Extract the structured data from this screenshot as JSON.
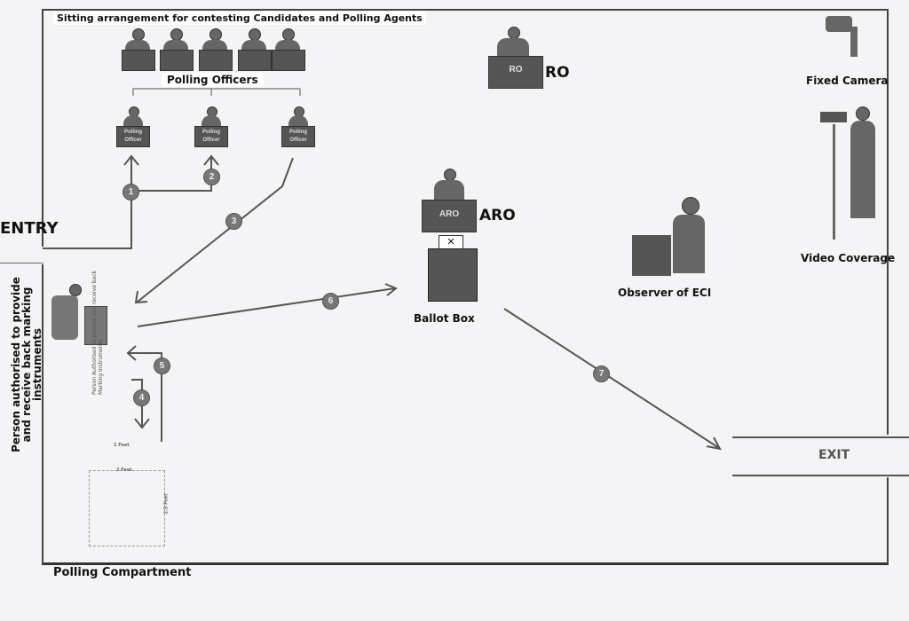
{
  "title": "Sitting arrangement for contesting Candidates and Polling Agents",
  "labels": {
    "polling_officers": "Polling Officers",
    "polling_officer_desk": "Polling Officer",
    "ro": "RO",
    "aro": "ARO",
    "fixed_camera": "Fixed Camera",
    "video_coverage": "Video Coverage",
    "entry": "ENTRY",
    "exit": "EXIT",
    "ballot_box": "Ballot Box",
    "observer": "Observer of ECI",
    "person_authorised": "Person authorised to provide and receive back marking instruments",
    "person_authorised_small": "Person Authorised to provide and receive back Marking Instruments",
    "polling_compartment": "Polling Compartment",
    "compartment_dims": [
      "1 Feet",
      "2 Feet",
      "2.5 Feet"
    ]
  },
  "steps": [
    "1",
    "2",
    "3",
    "4",
    "5",
    "6",
    "7"
  ]
}
